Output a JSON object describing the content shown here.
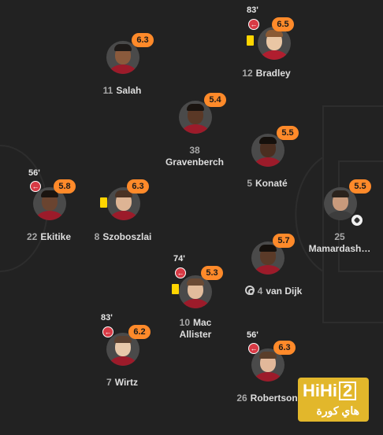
{
  "colors": {
    "background": "#222222",
    "rating": "#ff8a2a",
    "sub_icon": "#d83a45",
    "yellow_card": "#ffd500"
  },
  "players": {
    "bradley": {
      "number": "12",
      "name": "Bradley",
      "rating": "6.5",
      "sub_minute": "83'",
      "yellow": true
    },
    "salah": {
      "number": "11",
      "name": "Salah",
      "rating": "6.3"
    },
    "gravenberch": {
      "number": "38",
      "name": "Gravenberch",
      "rating": "5.4"
    },
    "konate": {
      "number": "5",
      "name": "Konaté",
      "rating": "5.5"
    },
    "mamardashvili": {
      "number": "25",
      "name": "Mamardash…",
      "rating": "5.5",
      "icon": "ball-icon"
    },
    "ekitike": {
      "number": "22",
      "name": "Ekitike",
      "rating": "5.8",
      "sub_minute": "56'"
    },
    "szoboszlai": {
      "number": "8",
      "name": "Szoboszlai",
      "rating": "6.3",
      "yellow": true
    },
    "van_dijk": {
      "number": "4",
      "name": "van Dijk",
      "rating": "5.7",
      "captain": true
    },
    "mac_allister": {
      "number": "10",
      "name_line1": "Mac",
      "name_line2": "Allister",
      "rating": "5.3",
      "sub_minute": "74'",
      "yellow": true
    },
    "wirtz": {
      "number": "7",
      "name": "Wirtz",
      "rating": "6.2",
      "sub_minute": "83'"
    },
    "robertson": {
      "number": "26",
      "name": "Robertson",
      "rating": "6.3",
      "sub_minute": "56'"
    }
  },
  "watermark": {
    "latin": "HiHi2",
    "latin_main": "HiHi",
    "latin_box": "2",
    "arabic": "هاي كورة"
  }
}
